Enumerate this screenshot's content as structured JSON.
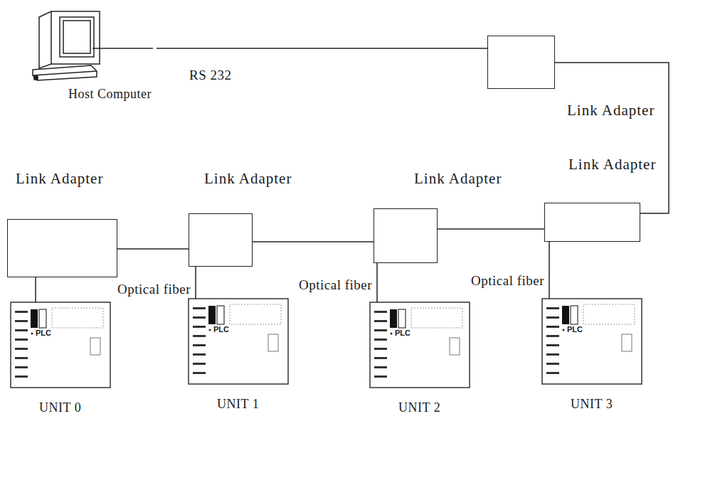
{
  "diagram": {
    "nodes": [
      {
        "text": [
          "Host Computer"
        ]
      },
      {
        "text": [
          "Link Adapter"
        ]
      },
      {
        "text": [
          "Link Adapter"
        ]
      },
      {
        "text": [
          "Link Adapter"
        ]
      },
      {
        "text": [
          "Link Adapter"
        ]
      },
      {
        "text": [
          "Link Adapter"
        ]
      },
      {
        "text": [
          "PLC",
          "UNIT 0"
        ]
      },
      {
        "text": [
          "PLC",
          "UNIT 1"
        ]
      },
      {
        "text": [
          "PLC",
          "UNIT 2"
        ]
      },
      {
        "text": [
          "PLC",
          "UNIT 3"
        ]
      }
    ],
    "edges": [
      {
        "from": 0,
        "to": 1,
        "arrow": "none",
        "label": "RS 232"
      },
      {
        "from": 1,
        "to": 5,
        "arrow": "none"
      },
      {
        "from": 2,
        "to": 3,
        "arrow": "none",
        "label": "Optical fiber"
      },
      {
        "from": 3,
        "to": 4,
        "arrow": "none",
        "label": "Optical fiber"
      },
      {
        "from": 4,
        "to": 5,
        "arrow": "none",
        "label": "Optical fiber"
      },
      {
        "from": 2,
        "to": 6,
        "arrow": "none"
      },
      {
        "from": 3,
        "to": 7,
        "arrow": "none"
      },
      {
        "from": 4,
        "to": 8,
        "arrow": "none"
      },
      {
        "from": 5,
        "to": 9,
        "arrow": "none"
      }
    ]
  }
}
